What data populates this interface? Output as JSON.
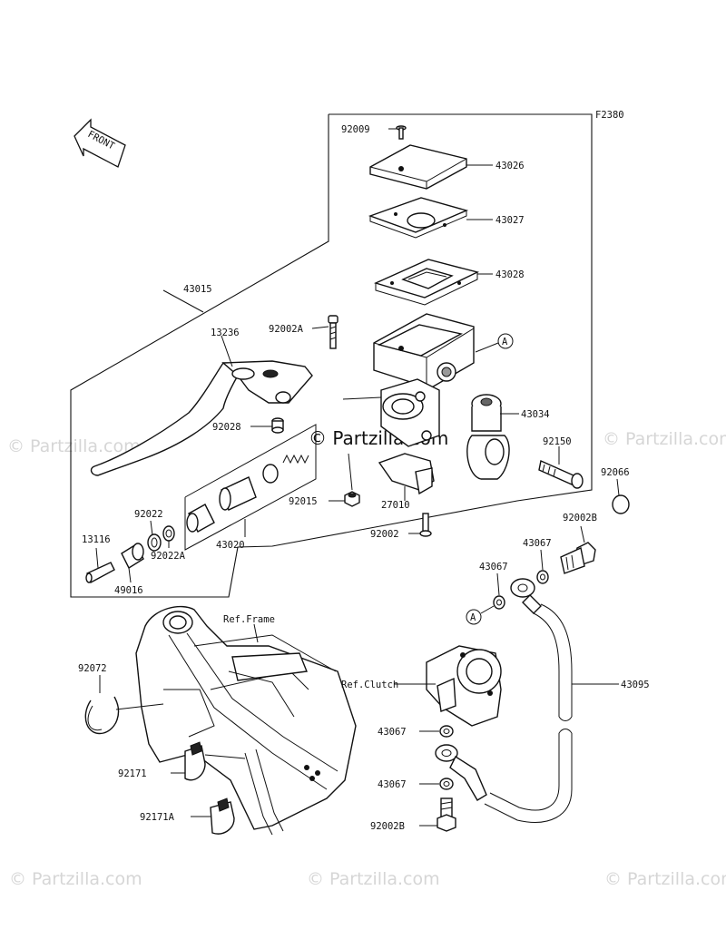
{
  "diagram_code": "F2380",
  "watermark": "© Partzilla.com",
  "front_label": "FRONT",
  "reference_marker": "A",
  "part_labels": {
    "p92009": "92009",
    "p43026": "43026",
    "p43027": "43027",
    "p43028": "43028",
    "p43015": "43015",
    "p92002A": "92002A",
    "p13236": "13236",
    "p92028": "92028",
    "p43034": "43034",
    "p92150": "92150",
    "p92066": "92066",
    "p92015": "92015",
    "p27010": "27010",
    "p92002": "92002",
    "p43020": "43020",
    "p92022": "92022",
    "p92022A": "92022A",
    "p13116": "13116",
    "p49016": "49016",
    "p92002B_top": "92002B",
    "p43067_a": "43067",
    "p43067_b": "43067",
    "p43067_c": "43067",
    "p43067_d": "43067",
    "p43095": "43095",
    "p92072": "92072",
    "p92171": "92171",
    "p92171A": "92171A",
    "p92002B_bottom": "92002B"
  },
  "reference_labels": {
    "frame": "Ref.Frame",
    "clutch": "Ref.Clutch"
  }
}
